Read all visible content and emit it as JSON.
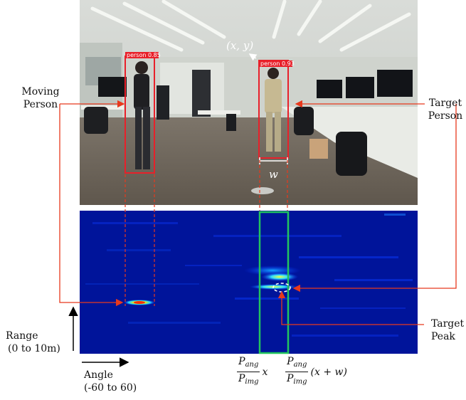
{
  "photo_labels": {
    "coord": "(x, y)",
    "width": "w",
    "detection_moving": "person 0.85",
    "detection_target": "person 0.93"
  },
  "labels": {
    "moving_person": [
      "Moving",
      "Person"
    ],
    "target_person": [
      "Target",
      "Person"
    ],
    "target_peak": [
      "Target",
      "Peak"
    ],
    "range": [
      "Range",
      "(0 to 10m)"
    ],
    "angle": [
      "Angle",
      "(-60 to 60)"
    ]
  },
  "formula": {
    "num": "P",
    "num_sub": "ang",
    "den": "P",
    "den_sub": "img",
    "left_term": "x",
    "right_term": "(x + w)"
  },
  "colors": {
    "annotation": "#e8391d",
    "detection_box": "#e8202a",
    "roi_box": "#22c55e",
    "heatmap_bg": "#00149a",
    "arrow": "#000000"
  }
}
